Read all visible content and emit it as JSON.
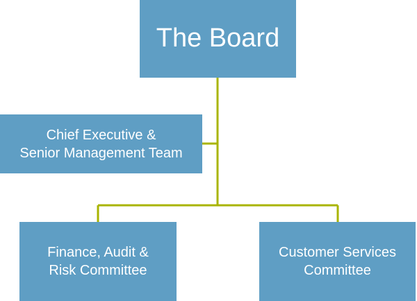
{
  "diagram": {
    "nodes": [
      {
        "id": "board",
        "label": "The Board"
      },
      {
        "id": "ceo",
        "label": "Chief Executive &\nSenior Management Team"
      },
      {
        "id": "finance",
        "label": "Finance, Audit &\nRisk Committee"
      },
      {
        "id": "customer",
        "label": "Customer Services\nCommittee"
      }
    ],
    "edges": [
      {
        "from": "board",
        "to": "ceo"
      },
      {
        "from": "board",
        "to": "finance"
      },
      {
        "from": "board",
        "to": "customer"
      }
    ]
  },
  "colors": {
    "box_fill": "#5f9ec4",
    "box_text": "#ffffff",
    "connector": "#a9b400",
    "background": "#ffffff"
  }
}
